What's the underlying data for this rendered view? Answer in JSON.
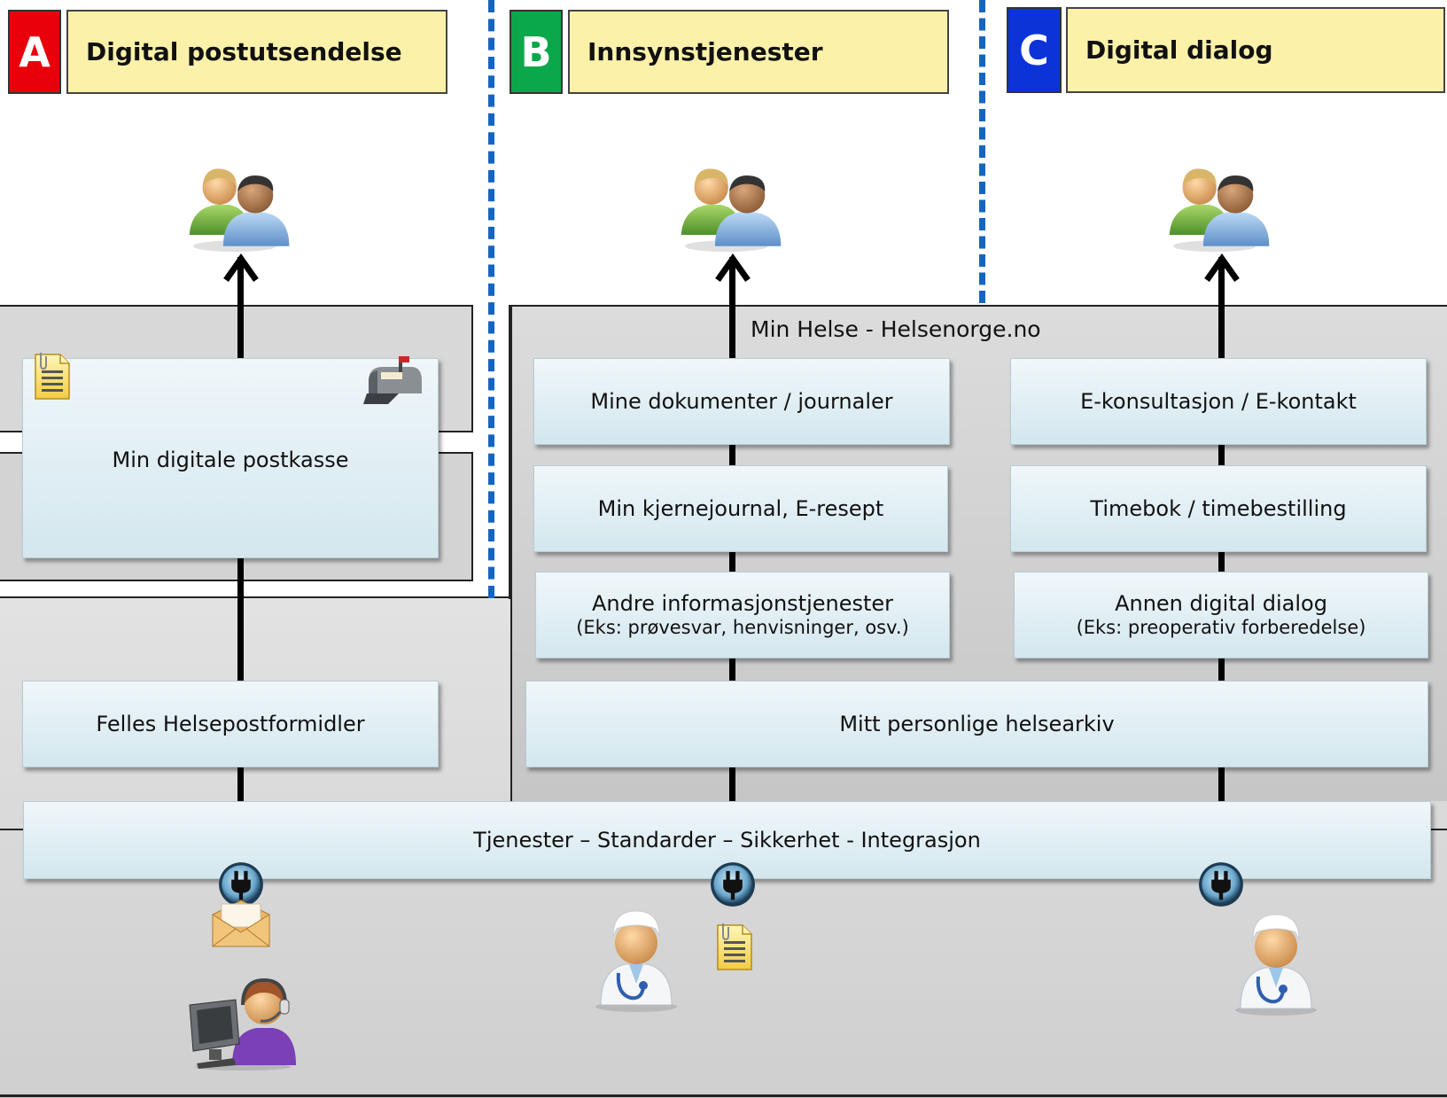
{
  "sections": [
    {
      "letter": "A",
      "title": "Digital postutsendelse",
      "color": "#e8000b"
    },
    {
      "letter": "B",
      "title": "Innsynstjenester",
      "color": "#0aa84a"
    },
    {
      "letter": "C",
      "title": "Digital dialog",
      "color": "#0b33d8"
    }
  ],
  "portal_label": "Min Helse - Helsenorge.no",
  "boxes": {
    "postkasse": "Min digitale postkasse",
    "helsepost": "Felles Helsepostformidler",
    "dokumenter": "Mine dokumenter / journaler",
    "kjernejournal": "Min kjernejournal, E-resept",
    "andre_title": "Andre informasjonstjenester",
    "andre_sub": "(Eks: prøvesvar, henvisninger, osv.)",
    "konsultasjon": "E-konsultasjon / E-kontakt",
    "timebok": "Timebok / timebestilling",
    "annen_title": "Annen digital dialog",
    "annen_sub": "(Eks: preoperativ forberedelse)",
    "helsearkiv": "Mitt personlige helsearkiv",
    "platform": "Tjenester – Standarder – Sikkerhet - Integrasjon"
  },
  "icons": [
    "users-icon",
    "document-icon",
    "mailbox-icon",
    "plug-icon",
    "envelope-icon",
    "operator-icon",
    "doctor-icon"
  ],
  "colors": {
    "accent_dash": "#1565c0",
    "header_bg": "#fbf1a9",
    "box_bg": "#dcecf2"
  }
}
